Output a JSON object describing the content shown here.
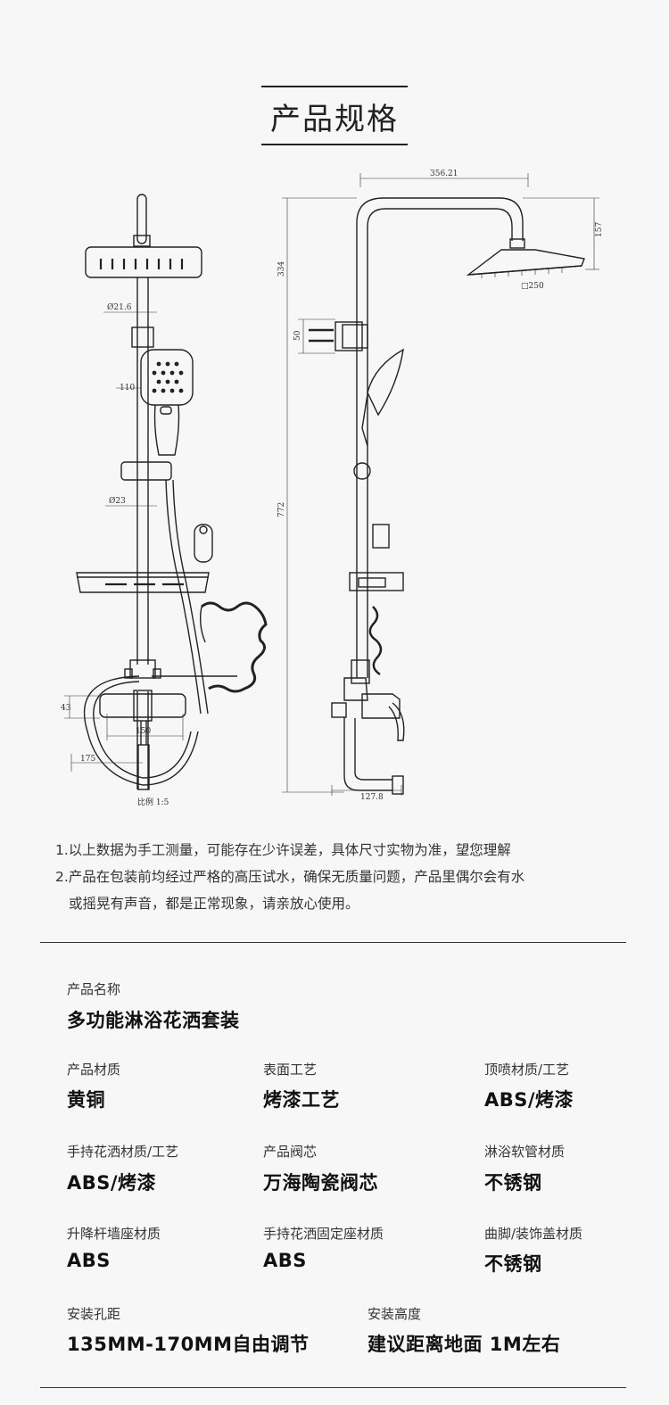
{
  "header": {
    "title": "产品规格"
  },
  "drawing": {
    "scale_label": "比例 1:5",
    "dims": {
      "d216": "Ø21.6",
      "h110": "110",
      "d23": "Ø23",
      "h43": "43",
      "w150": "150",
      "w175": "175",
      "w35621": "356.21",
      "h157": "157",
      "h334": "334",
      "h50": "50",
      "h772": "772",
      "w1278": "127.8",
      "sq250": "□250"
    }
  },
  "notes": {
    "n1": "1.以上数据为手工测量，可能存在少许误差，具体尺寸实物为准，望您理解",
    "n2a": "2.产品在包装前均经过严格的高压试水，确保无质量问题，产品里偶尔会有水",
    "n2b": "或摇晃有声音，都是正常现象，请亲放心使用。"
  },
  "specs": {
    "name_label": "产品名称",
    "name_value": "多功能淋浴花洒套装",
    "items": [
      {
        "label": "产品材质",
        "value": "黄铜"
      },
      {
        "label": "表面工艺",
        "value": "烤漆工艺"
      },
      {
        "label": "顶喷材质/工艺",
        "value": "ABS/烤漆"
      },
      {
        "label": "手持花洒材质/工艺",
        "value": "ABS/烤漆"
      },
      {
        "label": "产品阀芯",
        "value": "万海陶瓷阀芯"
      },
      {
        "label": "淋浴软管材质",
        "value": "不锈钢"
      },
      {
        "label": "升降杆墙座材质",
        "value": "ABS"
      },
      {
        "label": "手持花洒固定座材质",
        "value": "ABS"
      },
      {
        "label": "曲脚/装饰盖材质",
        "value": "不锈钢"
      },
      {
        "label": "安装孔距",
        "value": "135MM-170MM自由调节"
      },
      {
        "label": "安装高度",
        "value": "建议距离地面 1M左右"
      }
    ]
  }
}
